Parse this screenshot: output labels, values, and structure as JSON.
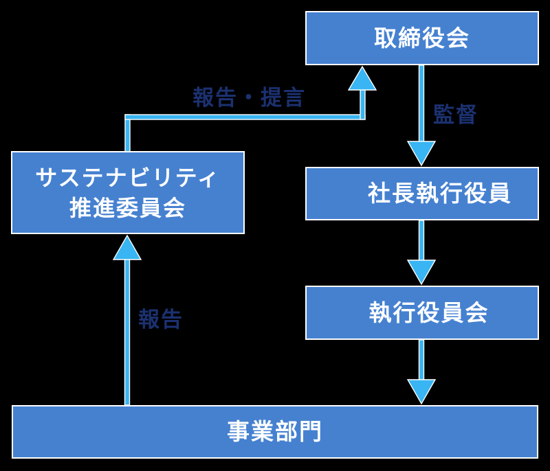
{
  "diagram": {
    "type": "governance-flowchart",
    "nodes": [
      {
        "id": "board",
        "label": "取締役会"
      },
      {
        "id": "sustainability_committee",
        "label": "サステナビリティ\n推進委員会"
      },
      {
        "id": "president",
        "label": "社長執行役員"
      },
      {
        "id": "executive_officers",
        "label": "執行役員会"
      },
      {
        "id": "business_divisions",
        "label": "事業部門"
      }
    ],
    "edges": [
      {
        "from": "sustainability_committee",
        "to": "board",
        "label": "報告・提言",
        "direction": "up"
      },
      {
        "from": "board",
        "to": "president",
        "label": "監督",
        "direction": "down"
      },
      {
        "from": "president",
        "to": "executive_officers",
        "label": "",
        "direction": "down"
      },
      {
        "from": "executive_officers",
        "to": "business_divisions",
        "label": "",
        "direction": "down"
      },
      {
        "from": "business_divisions",
        "to": "sustainability_committee",
        "label": "報告",
        "direction": "up"
      }
    ]
  },
  "colors": {
    "background": "#000000",
    "node-fill": "#4681D0",
    "node-border": "#FFFFFF",
    "node-text": "#FFFFFF",
    "arrow-fill": "#38B5F2",
    "arrow-outline": "#FFFFFF",
    "edge-label": "#1B3170"
  }
}
